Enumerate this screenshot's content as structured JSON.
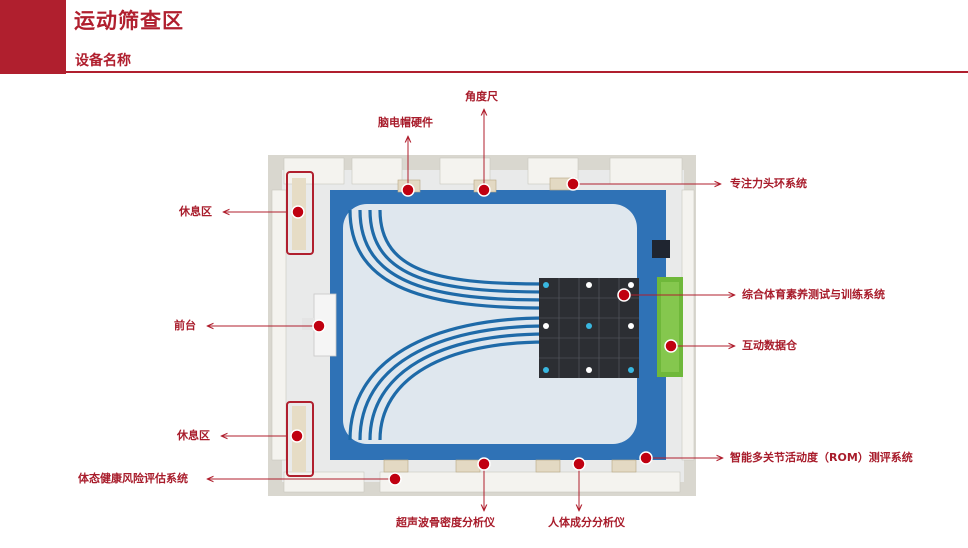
{
  "header": {
    "title": "运动筛查区",
    "subtitle": "设备名称"
  },
  "labels": {
    "angle_ruler": "角度尺",
    "eeg_cap": "脑电帽硬件",
    "focus_headband": "专注力头环系统",
    "rest_area_top": "休息区",
    "fitness_system": "综合体育素养测试与训练系统",
    "front_desk": "前台",
    "data_cabin": "互动数据仓",
    "rest_area_bottom": "休息区",
    "rom_system": "智能多关节活动度（ROM）测评系统",
    "posture_risk": "体态健康风险评估系统",
    "bone_density": "超声波骨密度分析仪",
    "body_composition": "人体成分分析仪"
  },
  "colors": {
    "accent": "#b01f2e",
    "marker": "#c00010",
    "track": "#1e6aa8"
  }
}
